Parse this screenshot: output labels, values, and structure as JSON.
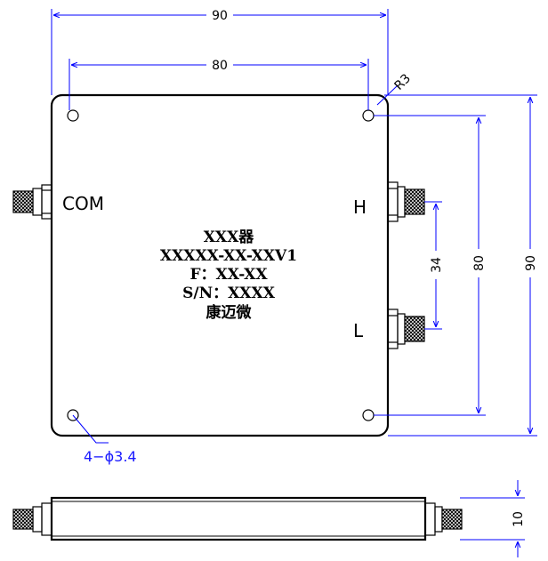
{
  "dimensions": {
    "overall_width": "90",
    "hole_spacing_x": "80",
    "corner_radius": "R3",
    "overall_height": "90",
    "hole_spacing_y": "80",
    "port_spacing": "34",
    "thickness": "10",
    "hole_callout": "4−ϕ3.4"
  },
  "ports": {
    "common": "COM",
    "high": "H",
    "low": "L"
  },
  "nameplate": {
    "line1": "XXX器",
    "line2": "XXXXX-XX-XXV1",
    "line3": "F：XX-XX",
    "line4": "S/N：XXXX",
    "line5": "康迈微"
  },
  "colors": {
    "line": "#000000",
    "dimension": "#0000ff",
    "callout_text": "#1a1aff"
  }
}
